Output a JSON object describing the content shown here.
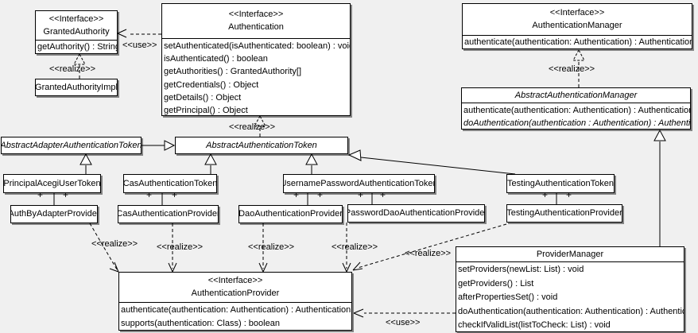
{
  "edge_labels": {
    "use": "<<use>>",
    "realize": "<<realize>>",
    "plus": "+"
  },
  "classes": {
    "grantedAuthority": {
      "stereotype": "<<Interface>>",
      "name": "GrantedAuthority",
      "methods": [
        "getAuthority() : String"
      ]
    },
    "grantedAuthorityImpl": {
      "name": "GrantedAuthorityImpl"
    },
    "authentication": {
      "stereotype": "<<Interface>>",
      "name": "Authentication",
      "methods": [
        "setAuthenticated(isAuthenticated: boolean) : void",
        "isAuthenticated() : boolean",
        "getAuthorities() : GrantedAuthority[]",
        "getCredentials() : Object",
        "getDetails() : Object",
        "getPrincipal() : Object"
      ]
    },
    "authenticationManager": {
      "stereotype": "<<Interface>>",
      "name": "AuthenticationManager",
      "methods": [
        "authenticate(authentication: Authentication) : Authentication"
      ]
    },
    "abstractAuthenticationManager": {
      "name": "AbstractAuthenticationManager",
      "abstract": true,
      "methods": [
        "authenticate(authentication: Authentication) : Authentication",
        "doAuthentication(authentication : Authentication) : Authentication"
      ]
    },
    "abstractAdapterAuthenticationToken": {
      "name": "AbstractAdapterAuthenticationToken",
      "abstract": true
    },
    "abstractAuthenticationToken": {
      "name": "AbstractAuthenticationToken",
      "abstract": true
    },
    "principalAcegiUserToken": {
      "name": "PrincipalAcegiUserToken"
    },
    "casAuthenticationToken": {
      "name": "CasAuthenticationToken"
    },
    "usernamePasswordAuthenticationToken": {
      "name": "UsernamePasswordAuthenticationToken"
    },
    "testingAuthenticationToken": {
      "name": "TestingAuthenticationToken"
    },
    "authByAdapterProvider": {
      "name": "AuthByAdapterProvider"
    },
    "casAuthenticationProvider": {
      "name": "CasAuthenticationProvider"
    },
    "daoAuthenticationProvider": {
      "name": "DaoAuthenticationProvider"
    },
    "passwordDaoAuthenticationProvider": {
      "name": "PasswordDaoAuthenticationProvider"
    },
    "testingAuthenticationProvider": {
      "name": "TestingAuthenticationProvider"
    },
    "authenticationProvider": {
      "stereotype": "<<Interface>>",
      "name": "AuthenticationProvider",
      "methods": [
        "authenticate(authentication: Authentication) : Authentication",
        "supports(authentication: Class) : boolean"
      ]
    },
    "providerManager": {
      "name": "ProviderManager",
      "methods": [
        "setProviders(newList: List) : void",
        "getProviders() : List",
        "afterPropertiesSet() : void",
        "doAuthentication(authentication: Authentication) : Authentication",
        "checkIfValidList(listToCheck: List) : void"
      ]
    }
  }
}
